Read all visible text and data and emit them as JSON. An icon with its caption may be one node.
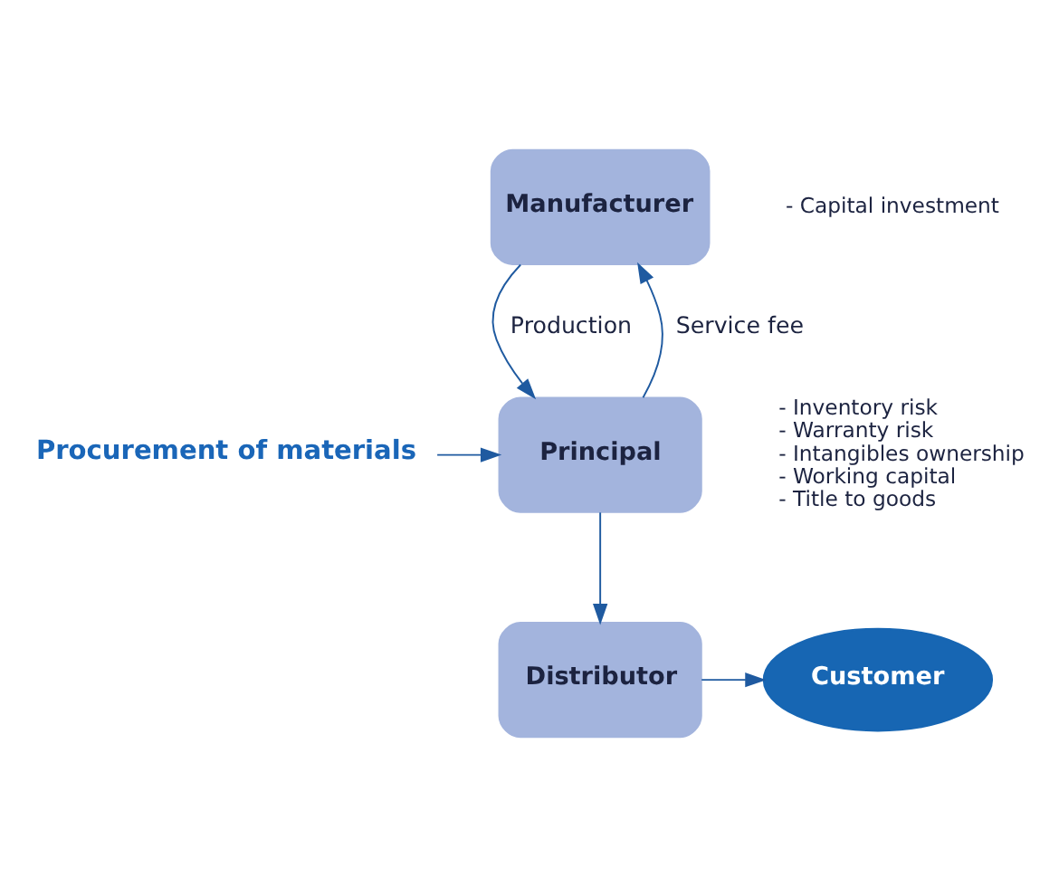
{
  "diagram": {
    "nodes": [
      {
        "text": [
          "Manufacturer"
        ],
        "beside": [
          "- Capital investment"
        ]
      },
      {
        "text": [
          "Principal"
        ],
        "beside": [
          "- Inventory risk",
          "- Warranty risk",
          "- Intangibles ownership",
          "- Working capital",
          "- Title to goods"
        ]
      },
      {
        "text": [
          "Distributor"
        ]
      },
      {
        "text": [
          "Customer"
        ]
      },
      {
        "text": [
          "Procurement of materials"
        ]
      }
    ],
    "edges": [
      {
        "from": 1,
        "to": 0,
        "arrow": "to",
        "label": "Service fee"
      },
      {
        "from": 0,
        "to": 1,
        "arrow": "to",
        "label": "Production"
      },
      {
        "from": 4,
        "to": 1,
        "arrow": "to"
      },
      {
        "from": 1,
        "to": 2,
        "arrow": "to"
      },
      {
        "from": 2,
        "to": 3,
        "arrow": "to"
      }
    ]
  }
}
